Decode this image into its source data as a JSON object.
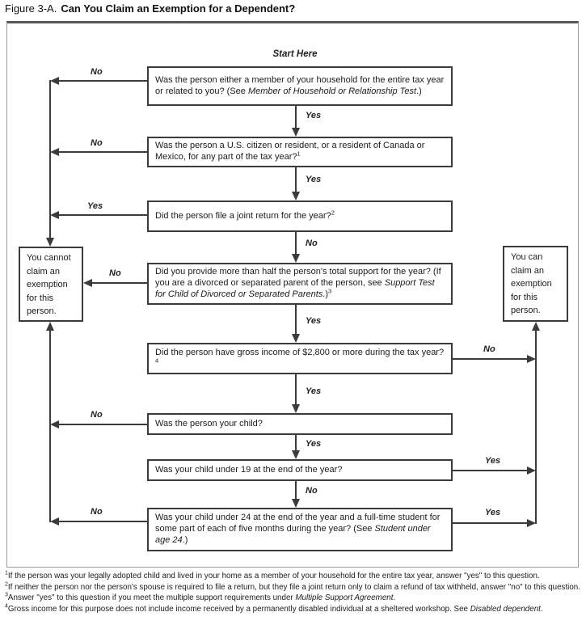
{
  "title": {
    "figure_label": "Figure 3-A.",
    "heading": "Can You Claim an Exemption for a Dependent?"
  },
  "flowchart": {
    "start_label": "Start Here",
    "questions": {
      "q1": {
        "pre": "Was the person either a member of your household for the entire tax year or related to you? (See ",
        "italic": "Member of Household or Relationship Test",
        "post": ".)"
      },
      "q2": {
        "pre": "Was the person a U.S. citizen or resident, or a resident of Canada or Mexico, for any part of the tax year?",
        "sup": "1"
      },
      "q3": {
        "pre": "Did the person file a joint return for the year?",
        "sup": "2"
      },
      "q4": {
        "pre": "Did you provide more than half the person's total support for the year? (If you are a divorced or separated parent of the person, see ",
        "italic": "Support Test for Child of Divorced or Separated Parents",
        "post": ".)",
        "sup": "3"
      },
      "q5": {
        "pre": "Did the person have gross income of $2,800 or more during the tax year?",
        "sup": "4"
      },
      "q6": {
        "pre": "Was the person your child?"
      },
      "q7": {
        "pre": "Was your child under 19 at the end of the year?"
      },
      "q8": {
        "pre": "Was your child under 24 at the end of the year and a full-time student for some part of each of five months during the year? (See ",
        "italic": "Student under age 24",
        "post": ".)"
      }
    },
    "outcomes": {
      "cannot": "You cannot claim an exemption for this person.",
      "can": "You can claim an exemption for this person."
    },
    "edge_labels": {
      "q1_no": "No",
      "q1_yes": "Yes",
      "q2_no": "No",
      "q2_yes": "Yes",
      "q3_yes": "Yes",
      "q3_no": "No",
      "q4_no": "No",
      "q4_yes": "Yes",
      "q5_no": "No",
      "q5_yes": "Yes",
      "q6_no": "No",
      "q6_yes": "Yes",
      "q7_yes": "Yes",
      "q7_no": "No",
      "q8_no": "No",
      "q8_yes": "Yes"
    }
  },
  "footnotes": [
    {
      "sup": "1",
      "pre": "If the person was your legally adopted child and lived in your home as a member of your household for the entire tax year, answer \"yes\" to this question."
    },
    {
      "sup": "2",
      "pre": "If neither the person nor the person's spouse is required to file a return, but they file a joint return only to claim a refund of tax withheld, answer \"no\" to this question."
    },
    {
      "sup": "3",
      "pre": "Answer \"yes\" to this question if you meet the multiple support requirements under ",
      "italic": "Multiple Support Agreement",
      "post": "."
    },
    {
      "sup": "4",
      "pre": "Gross income for this purpose does not include income received by a permanently disabled individual at a sheltered workshop. See ",
      "italic": "Disabled dependent",
      "post": "."
    }
  ]
}
